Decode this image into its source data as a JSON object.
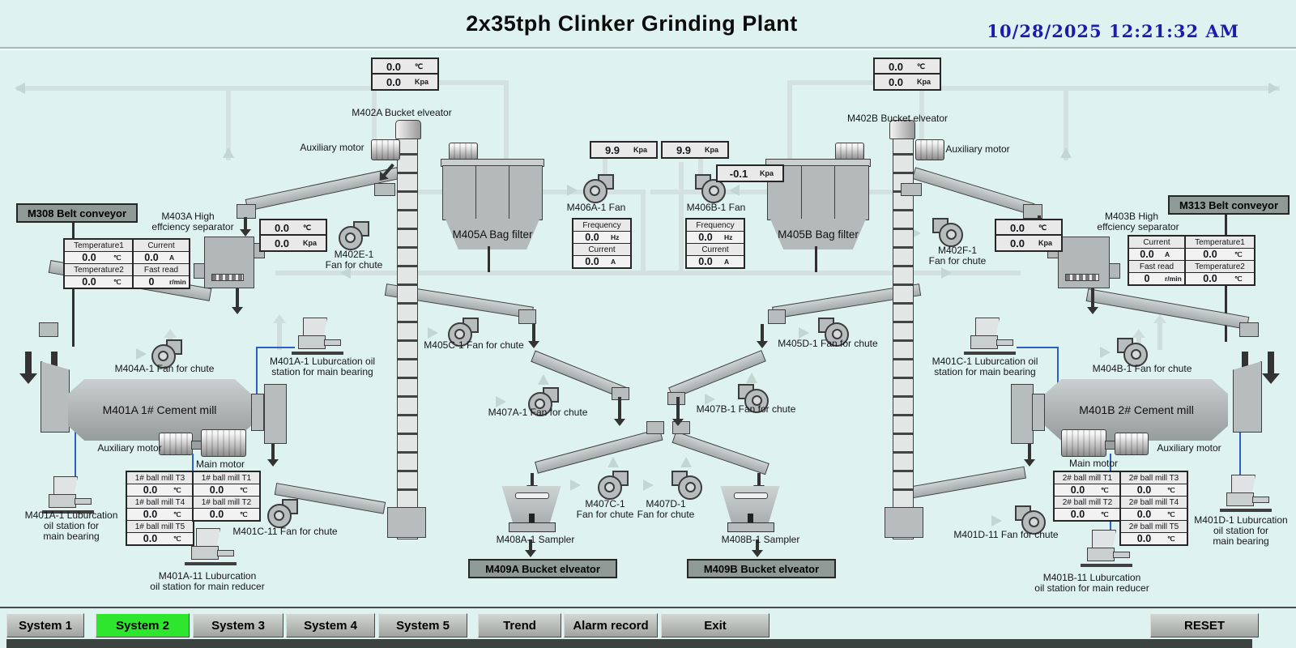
{
  "header": {
    "title": "2x35tph Clinker Grinding Plant",
    "datetime": "10/28/2025 12:21:32 AM"
  },
  "boxes": {
    "elevA_temp": {
      "v": "0.0",
      "u": "℃"
    },
    "elevA_kpa": {
      "v": "0.0",
      "u": "Kpa"
    },
    "elevB_temp": {
      "v": "0.0",
      "u": "℃"
    },
    "elevB_kpa": {
      "v": "0.0",
      "u": "Kpa"
    },
    "sepA_temp": {
      "v": "0.0",
      "u": "℃"
    },
    "sepA_kpa": {
      "v": "0.0",
      "u": "Kpa"
    },
    "sepB_temp": {
      "v": "0.0",
      "u": "℃"
    },
    "sepB_kpa": {
      "v": "0.0",
      "u": "Kpa"
    },
    "outA_kpa": {
      "v": "9.9",
      "u": "Kpa"
    },
    "outB_kpa": {
      "v": "9.9",
      "u": "Kpa"
    },
    "bagB_kpa": {
      "v": "-0.1",
      "u": "Kpa"
    }
  },
  "tables": {
    "sepA_temps": [
      {
        "l": "Temperature1",
        "v": "0.0",
        "u": "℃"
      },
      {
        "l": "Temperature2",
        "v": "0.0",
        "u": "℃"
      }
    ],
    "sepA_motor": [
      {
        "l": "Current",
        "v": "0.0",
        "u": "A"
      },
      {
        "l": "Fast read",
        "v": "0",
        "u": "r/min"
      }
    ],
    "sepB_motor": [
      {
        "l": "Current",
        "v": "0.0",
        "u": "A"
      },
      {
        "l": "Fast read",
        "v": "0",
        "u": "r/min"
      }
    ],
    "sepB_temps": [
      {
        "l": "Temperature1",
        "v": "0.0",
        "u": "℃"
      },
      {
        "l": "Temperature2",
        "v": "0.0",
        "u": "℃"
      }
    ],
    "fanA": [
      {
        "l": "Frequency",
        "v": "0.0",
        "u": "Hz"
      },
      {
        "l": "Current",
        "v": "0.0",
        "u": "A"
      }
    ],
    "fanB": [
      {
        "l": "Frequency",
        "v": "0.0",
        "u": "Hz"
      },
      {
        "l": "Current",
        "v": "0.0",
        "u": "A"
      }
    ],
    "millA_c1": [
      {
        "l": "1# ball mill T3",
        "v": "0.0",
        "u": "℃"
      },
      {
        "l": "1# ball mill T4",
        "v": "0.0",
        "u": "℃"
      },
      {
        "l": "1# ball mill T5",
        "v": "0.0",
        "u": "℃"
      }
    ],
    "millA_c2": [
      {
        "l": "1# ball mill T1",
        "v": "0.0",
        "u": "℃"
      },
      {
        "l": "1# ball mill T2",
        "v": "0.0",
        "u": "℃"
      }
    ],
    "millB_c1": [
      {
        "l": "2# ball mill T1",
        "v": "0.0",
        "u": "℃"
      },
      {
        "l": "2# ball mill T2",
        "v": "0.0",
        "u": "℃"
      }
    ],
    "millB_c2": [
      {
        "l": "2# ball mill T3",
        "v": "0.0",
        "u": "℃"
      },
      {
        "l": "2# ball mill T4",
        "v": "0.0",
        "u": "℃"
      },
      {
        "l": "2# ball mill T5",
        "v": "0.0",
        "u": "℃"
      }
    ]
  },
  "labels": {
    "m308": "M308 Belt conveyor",
    "m313": "M313 Belt conveyor",
    "m402a": "M402A Bucket elveator",
    "m402b": "M402B Bucket elveator",
    "aux_motor": "Auxiliary motor",
    "main_motor": "Main motor",
    "m403a1": "M403A High",
    "m403a2": "effciency separator",
    "m403b1": "M403B High",
    "m403b2": "effciency separator",
    "m402e1": "M402E-1",
    "m402e2": "Fan for chute",
    "m402f1": "M402F-1",
    "m402f2": "Fan for chute",
    "m405a": "M405A Bag filter",
    "m405b": "M405B Bag filter",
    "m406a": "M406A-1 Fan",
    "m406b": "M406B-1 Fan",
    "m404a": "M404A-1 Fan for chute",
    "m404b": "M404B-1 Fan for chute",
    "m401a_mill": "M401A 1# Cement mill",
    "m401b_mill": "M401B 2# Cement mill",
    "m401a1a": "M401A-1 Luburcation oil",
    "m401a1b": "station for main bearing",
    "m401c1a": "M401C-1 Luburcation oil",
    "m401c1b": "station for main bearing",
    "m401a1L1": "M401A-1 Luburcation",
    "m401a1L2": "oil station for",
    "m401a1L3": "main bearing",
    "m401d1L1": "M401D-1 Luburcation",
    "m401d1L2": "oil station for",
    "m401d1L3": "main bearing",
    "m401a11a": "M401A-11 Luburcation",
    "m401a11b": "oil station for main reducer",
    "m401b11a": "M401B-11 Luburcation",
    "m401b11b": "oil station for main reducer",
    "m401c11": "M401C-11 Fan for chute",
    "m401d11": "M401D-11 Fan for chute",
    "m405c": "M405C-1 Fan for chute",
    "m405d": "M405D-1 Fan for chute",
    "m407a": "M407A-1 Fan for chute",
    "m407b": "M407B-1 Fan for chute",
    "m407c1": "M407C-1",
    "m407c2": "Fan for chute",
    "m407d1": "M407D-1",
    "m407d2": "Fan for chute",
    "m408a": "M408A-1 Sampler",
    "m408b": "M408B-1 Sampler",
    "m409a": "M409A Bucket elveator",
    "m409b": "M409B Bucket elveator"
  },
  "buttons": {
    "system1": "System 1",
    "system2": "System 2",
    "system3": "System 3",
    "system4": "System 4",
    "system5": "System 5",
    "trend": "Trend",
    "alarm": "Alarm record",
    "exit": "Exit",
    "reset": "RESET"
  },
  "colors": {
    "background": "#def3ef",
    "active_button_green": "#2ee62e",
    "time_blue": "#1b1bb0",
    "pipe_gray": "#d3e2df",
    "equipment_gray": "#b7bdbd",
    "label_box_gray": "#8f9a97"
  }
}
